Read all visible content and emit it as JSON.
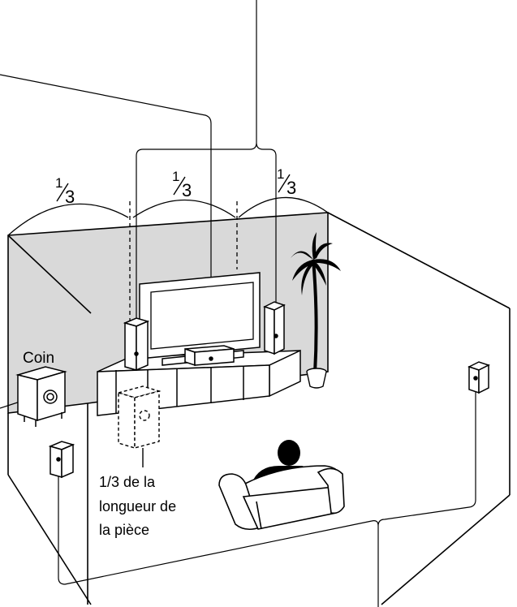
{
  "fractions": {
    "left": {
      "num": "1",
      "den": "3"
    },
    "center": {
      "num": "1",
      "den": "3"
    },
    "right": {
      "num": "1",
      "den": "3"
    }
  },
  "labels": {
    "corner": "Coin",
    "sub_position": [
      "1/3 de la",
      "longueur de",
      "la pièce"
    ]
  },
  "colors": {
    "wall": "#d9d9d9",
    "line": "#000000",
    "speaker": "#ffffff"
  },
  "icons": {
    "plant": "palm-tree-icon",
    "listener": "person-icon"
  }
}
